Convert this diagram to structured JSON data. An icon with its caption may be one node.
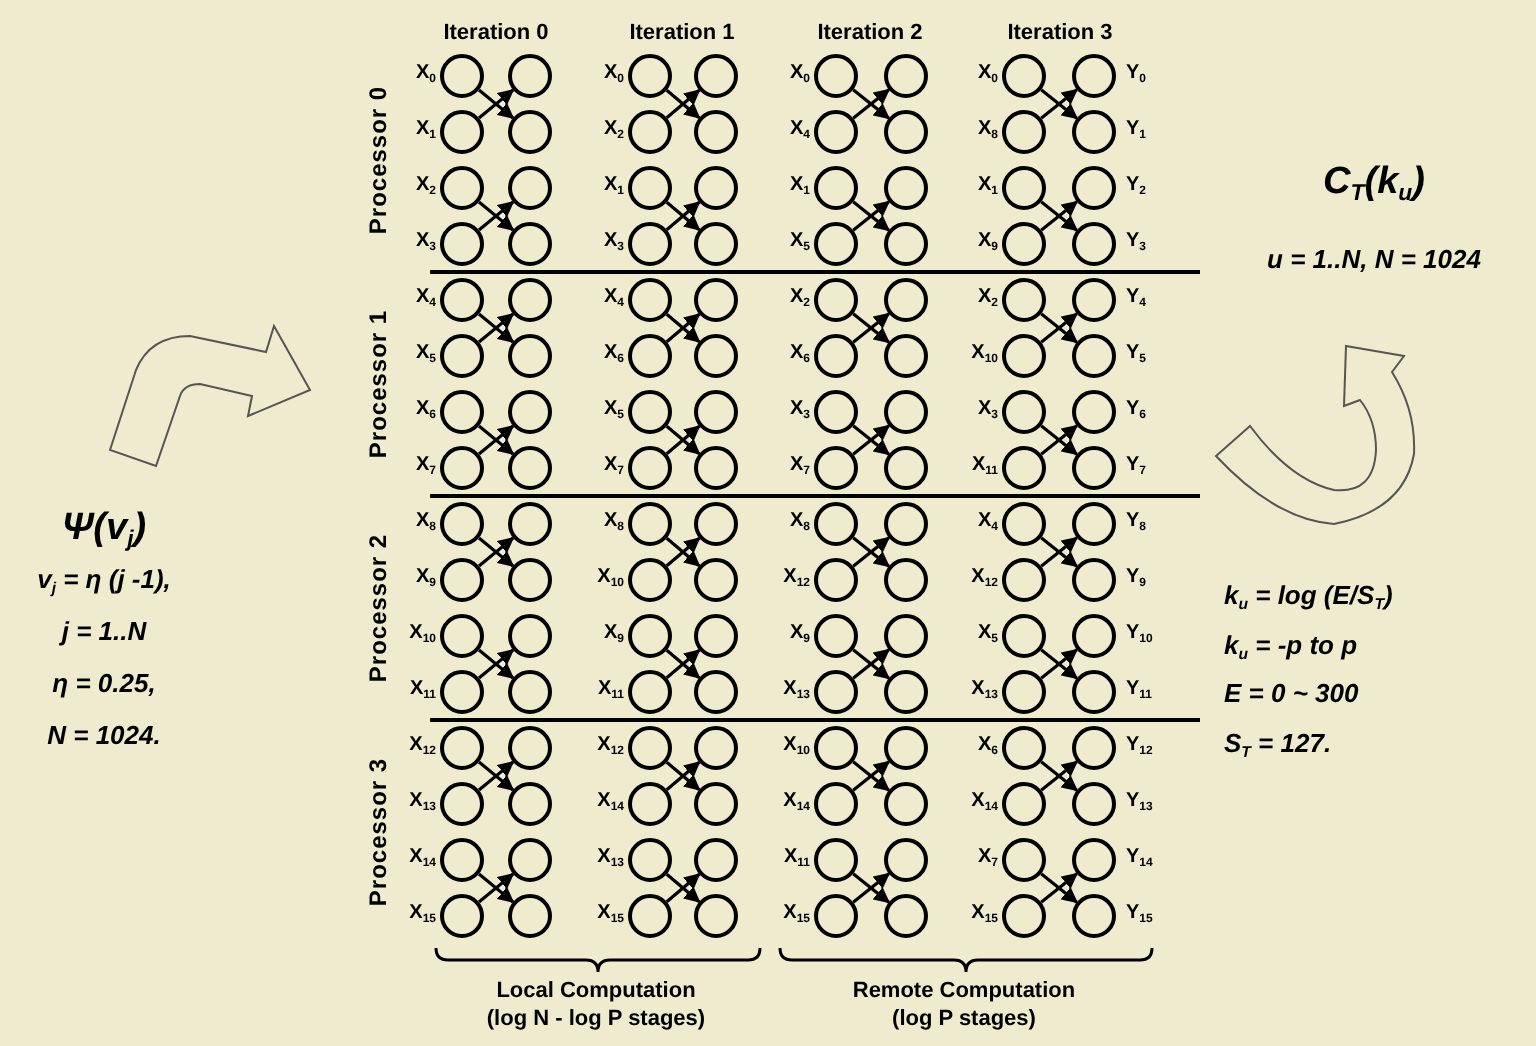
{
  "diagram": {
    "nodes": [
      {
        "text": [],
        "shape": "circle",
        "beside": [
          "X$_{0}$"
        ]
      },
      {
        "text": [],
        "shape": "circle"
      },
      {
        "text": [],
        "shape": "circle",
        "beside": [
          "X$_{0}$"
        ]
      },
      {
        "text": [],
        "shape": "circle"
      },
      {
        "text": [],
        "shape": "circle",
        "beside": [
          "X$_{0}$"
        ]
      },
      {
        "text": [],
        "shape": "circle"
      },
      {
        "text": [],
        "shape": "circle",
        "beside": [
          "X$_{0}$"
        ]
      },
      {
        "text": [],
        "shape": "circle",
        "beside": [
          "Y$_{0}$"
        ]
      },
      {
        "text": [],
        "shape": "circle",
        "beside": [
          "X$_{1}$"
        ]
      },
      {
        "text": [],
        "shape": "circle"
      },
      {
        "text": [],
        "shape": "circle",
        "beside": [
          "X$_{2}$"
        ]
      },
      {
        "text": [],
        "shape": "circle"
      },
      {
        "text": [],
        "shape": "circle",
        "beside": [
          "X$_{4}$"
        ]
      },
      {
        "text": [],
        "shape": "circle"
      },
      {
        "text": [],
        "shape": "circle",
        "beside": [
          "X$_{8}$"
        ]
      },
      {
        "text": [],
        "shape": "circle",
        "beside": [
          "Y$_{1}$"
        ]
      },
      {
        "text": [],
        "shape": "circle",
        "beside": [
          "X$_{2}$"
        ]
      },
      {
        "text": [],
        "shape": "circle"
      },
      {
        "text": [],
        "shape": "circle",
        "beside": [
          "X$_{1}$"
        ]
      },
      {
        "text": [],
        "shape": "circle"
      },
      {
        "text": [],
        "shape": "circle",
        "beside": [
          "X$_{1}$"
        ]
      },
      {
        "text": [],
        "shape": "circle"
      },
      {
        "text": [],
        "shape": "circle",
        "beside": [
          "X$_{1}$"
        ]
      },
      {
        "text": [],
        "shape": "circle",
        "beside": [
          "Y$_{2}$"
        ]
      },
      {
        "text": [],
        "shape": "circle",
        "beside": [
          "X$_{3}$"
        ]
      },
      {
        "text": [],
        "shape": "circle"
      },
      {
        "text": [],
        "shape": "circle",
        "beside": [
          "X$_{3}$"
        ]
      },
      {
        "text": [],
        "shape": "circle"
      },
      {
        "text": [],
        "shape": "circle",
        "beside": [
          "X$_{5}$"
        ]
      },
      {
        "text": [],
        "shape": "circle"
      },
      {
        "text": [],
        "shape": "circle",
        "beside": [
          "X$_{9}$"
        ]
      },
      {
        "text": [],
        "shape": "circle",
        "beside": [
          "Y$_{3}$"
        ]
      },
      {
        "text": [],
        "shape": "circle",
        "beside": [
          "X$_{4}$"
        ]
      },
      {
        "text": [],
        "shape": "circle"
      },
      {
        "text": [],
        "shape": "circle",
        "beside": [
          "X$_{4}$"
        ]
      },
      {
        "text": [],
        "shape": "circle"
      },
      {
        "text": [],
        "shape": "circle",
        "beside": [
          "X$_{2}$"
        ]
      },
      {
        "text": [],
        "shape": "circle"
      },
      {
        "text": [],
        "shape": "circle",
        "beside": [
          "X$_{2}$"
        ]
      },
      {
        "text": [],
        "shape": "circle",
        "beside": [
          "Y$_{4}$"
        ]
      },
      {
        "text": [],
        "shape": "circle",
        "beside": [
          "X$_{5}$"
        ]
      },
      {
        "text": [],
        "shape": "circle"
      },
      {
        "text": [],
        "shape": "circle",
        "beside": [
          "X$_{6}$"
        ]
      },
      {
        "text": [],
        "shape": "circle"
      },
      {
        "text": [],
        "shape": "circle",
        "beside": [
          "X$_{6}$"
        ]
      },
      {
        "text": [],
        "shape": "circle"
      },
      {
        "text": [],
        "shape": "circle",
        "beside": [
          "X$_{10}$"
        ]
      },
      {
        "text": [],
        "shape": "circle",
        "beside": [
          "Y$_{5}$"
        ]
      },
      {
        "text": [],
        "shape": "circle",
        "beside": [
          "X$_{6}$"
        ]
      },
      {
        "text": [],
        "shape": "circle"
      },
      {
        "text": [],
        "shape": "circle",
        "beside": [
          "X$_{5}$"
        ]
      },
      {
        "text": [],
        "shape": "circle"
      },
      {
        "text": [],
        "shape": "circle",
        "beside": [
          "X$_{3}$"
        ]
      },
      {
        "text": [],
        "shape": "circle"
      },
      {
        "text": [],
        "shape": "circle",
        "beside": [
          "X$_{3}$"
        ]
      },
      {
        "text": [],
        "shape": "circle",
        "beside": [
          "Y$_{6}$"
        ]
      },
      {
        "text": [],
        "shape": "circle",
        "beside": [
          "X$_{7}$"
        ]
      },
      {
        "text": [],
        "shape": "circle"
      },
      {
        "text": [],
        "shape": "circle",
        "beside": [
          "X$_{7}$"
        ]
      },
      {
        "text": [],
        "shape": "circle"
      },
      {
        "text": [],
        "shape": "circle",
        "beside": [
          "X$_{7}$"
        ]
      },
      {
        "text": [],
        "shape": "circle"
      },
      {
        "text": [],
        "shape": "circle",
        "beside": [
          "X$_{11}$"
        ]
      },
      {
        "text": [],
        "shape": "circle",
        "beside": [
          "Y$_{7}$"
        ]
      },
      {
        "text": [],
        "shape": "circle",
        "beside": [
          "X$_{8}$"
        ]
      },
      {
        "text": [],
        "shape": "circle"
      },
      {
        "text": [],
        "shape": "circle",
        "beside": [
          "X$_{8}$"
        ]
      },
      {
        "text": [],
        "shape": "circle"
      },
      {
        "text": [],
        "shape": "circle",
        "beside": [
          "X$_{8}$"
        ]
      },
      {
        "text": [],
        "shape": "circle"
      },
      {
        "text": [],
        "shape": "circle",
        "beside": [
          "X$_{4}$"
        ]
      },
      {
        "text": [],
        "shape": "circle",
        "beside": [
          "Y$_{8}$"
        ]
      },
      {
        "text": [],
        "shape": "circle",
        "beside": [
          "X$_{9}$"
        ]
      },
      {
        "text": [],
        "shape": "circle"
      },
      {
        "text": [],
        "shape": "circle",
        "beside": [
          "X$_{10}$"
        ]
      },
      {
        "text": [],
        "shape": "circle"
      },
      {
        "text": [],
        "shape": "circle",
        "beside": [
          "X$_{12}$"
        ]
      },
      {
        "text": [],
        "shape": "circle"
      },
      {
        "text": [],
        "shape": "circle",
        "beside": [
          "X$_{12}$"
        ]
      },
      {
        "text": [],
        "shape": "circle",
        "beside": [
          "Y$_{9}$"
        ]
      },
      {
        "text": [],
        "shape": "circle",
        "beside": [
          "X$_{10}$"
        ]
      },
      {
        "text": [],
        "shape": "circle"
      },
      {
        "text": [],
        "shape": "circle",
        "beside": [
          "X$_{9}$"
        ]
      },
      {
        "text": [],
        "shape": "circle"
      },
      {
        "text": [],
        "shape": "circle",
        "beside": [
          "X$_{9}$"
        ]
      },
      {
        "text": [],
        "shape": "circle"
      },
      {
        "text": [],
        "shape": "circle",
        "beside": [
          "X$_{5}$"
        ]
      },
      {
        "text": [],
        "shape": "circle",
        "beside": [
          "Y$_{10}$"
        ]
      },
      {
        "text": [],
        "shape": "circle",
        "beside": [
          "X$_{11}$"
        ]
      },
      {
        "text": [],
        "shape": "circle"
      },
      {
        "text": [],
        "shape": "circle",
        "beside": [
          "X$_{11}$"
        ]
      },
      {
        "text": [],
        "shape": "circle"
      },
      {
        "text": [],
        "shape": "circle",
        "beside": [
          "X$_{13}$"
        ]
      },
      {
        "text": [],
        "shape": "circle"
      },
      {
        "text": [],
        "shape": "circle",
        "beside": [
          "X$_{13}$"
        ]
      },
      {
        "text": [],
        "shape": "circle",
        "beside": [
          "Y$_{11}$"
        ]
      },
      {
        "text": [],
        "shape": "circle",
        "beside": [
          "X$_{12}$"
        ]
      },
      {
        "text": [],
        "shape": "circle"
      },
      {
        "text": [],
        "shape": "circle",
        "beside": [
          "X$_{12}$"
        ]
      },
      {
        "text": [],
        "shape": "circle"
      },
      {
        "text": [],
        "shape": "circle",
        "beside": [
          "X$_{10}$"
        ]
      },
      {
        "text": [],
        "shape": "circle"
      },
      {
        "text": [],
        "shape": "circle",
        "beside": [
          "X$_{6}$"
        ]
      },
      {
        "text": [],
        "shape": "circle",
        "beside": [
          "Y$_{12}$"
        ]
      },
      {
        "text": [],
        "shape": "circle",
        "beside": [
          "X$_{13}$"
        ]
      },
      {
        "text": [],
        "shape": "circle"
      },
      {
        "text": [],
        "shape": "circle",
        "beside": [
          "X$_{14}$"
        ]
      },
      {
        "text": [],
        "shape": "circle"
      },
      {
        "text": [],
        "shape": "circle",
        "beside": [
          "X$_{14}$"
        ]
      },
      {
        "text": [],
        "shape": "circle"
      },
      {
        "text": [],
        "shape": "circle",
        "beside": [
          "X$_{14}$"
        ]
      },
      {
        "text": [],
        "shape": "circle",
        "beside": [
          "Y$_{13}$"
        ]
      },
      {
        "text": [],
        "shape": "circle",
        "beside": [
          "X$_{14}$"
        ]
      },
      {
        "text": [],
        "shape": "circle"
      },
      {
        "text": [],
        "shape": "circle",
        "beside": [
          "X$_{13}$"
        ]
      },
      {
        "text": [],
        "shape": "circle"
      },
      {
        "text": [],
        "shape": "circle",
        "beside": [
          "X$_{11}$"
        ]
      },
      {
        "text": [],
        "shape": "circle"
      },
      {
        "text": [],
        "shape": "circle",
        "beside": [
          "X$_{7}$"
        ]
      },
      {
        "text": [],
        "shape": "circle",
        "beside": [
          "Y$_{14}$"
        ]
      },
      {
        "text": [],
        "shape": "circle",
        "beside": [
          "X$_{15}$"
        ]
      },
      {
        "text": [],
        "shape": "circle"
      },
      {
        "text": [],
        "shape": "circle",
        "beside": [
          "X$_{15}$"
        ]
      },
      {
        "text": [],
        "shape": "circle"
      },
      {
        "text": [],
        "shape": "circle",
        "beside": [
          "X$_{15}$"
        ]
      },
      {
        "text": [],
        "shape": "circle"
      },
      {
        "text": [],
        "shape": "circle",
        "beside": [
          "X$_{15}$"
        ]
      },
      {
        "text": [],
        "shape": "circle",
        "beside": [
          "Y$_{15}$"
        ]
      }
    ],
    "edges": [
      {
        "from": 0,
        "to": 9,
        "arrow": "to"
      },
      {
        "from": 8,
        "to": 1,
        "arrow": "to"
      },
      {
        "from": 2,
        "to": 11,
        "arrow": "to"
      },
      {
        "from": 10,
        "to": 3,
        "arrow": "to"
      },
      {
        "from": 4,
        "to": 13,
        "arrow": "to"
      },
      {
        "from": 12,
        "to": 5,
        "arrow": "to"
      },
      {
        "from": 6,
        "to": 15,
        "arrow": "to"
      },
      {
        "from": 14,
        "to": 7,
        "arrow": "to"
      },
      {
        "from": 16,
        "to": 25,
        "arrow": "to"
      },
      {
        "from": 24,
        "to": 17,
        "arrow": "to"
      },
      {
        "from": 18,
        "to": 27,
        "arrow": "to"
      },
      {
        "from": 26,
        "to": 19,
        "arrow": "to"
      },
      {
        "from": 20,
        "to": 29,
        "arrow": "to"
      },
      {
        "from": 28,
        "to": 21,
        "arrow": "to"
      },
      {
        "from": 22,
        "to": 31,
        "arrow": "to"
      },
      {
        "from": 30,
        "to": 23,
        "arrow": "to"
      },
      {
        "from": 32,
        "to": 41,
        "arrow": "to"
      },
      {
        "from": 40,
        "to": 33,
        "arrow": "to"
      },
      {
        "from": 34,
        "to": 43,
        "arrow": "to"
      },
      {
        "from": 42,
        "to": 35,
        "arrow": "to"
      },
      {
        "from": 36,
        "to": 45,
        "arrow": "to"
      },
      {
        "from": 44,
        "to": 37,
        "arrow": "to"
      },
      {
        "from": 38,
        "to": 47,
        "arrow": "to"
      },
      {
        "from": 46,
        "to": 39,
        "arrow": "to"
      },
      {
        "from": 48,
        "to": 57,
        "arrow": "to"
      },
      {
        "from": 56,
        "to": 49,
        "arrow": "to"
      },
      {
        "from": 50,
        "to": 59,
        "arrow": "to"
      },
      {
        "from": 58,
        "to": 51,
        "arrow": "to"
      },
      {
        "from": 52,
        "to": 61,
        "arrow": "to"
      },
      {
        "from": 60,
        "to": 53,
        "arrow": "to"
      },
      {
        "from": 54,
        "to": 63,
        "arrow": "to"
      },
      {
        "from": 62,
        "to": 55,
        "arrow": "to"
      },
      {
        "from": 64,
        "to": 73,
        "arrow": "to"
      },
      {
        "from": 72,
        "to": 65,
        "arrow": "to"
      },
      {
        "from": 66,
        "to": 75,
        "arrow": "to"
      },
      {
        "from": 74,
        "to": 67,
        "arrow": "to"
      },
      {
        "from": 68,
        "to": 77,
        "arrow": "to"
      },
      {
        "from": 76,
        "to": 69,
        "arrow": "to"
      },
      {
        "from": 70,
        "to": 79,
        "arrow": "to"
      },
      {
        "from": 78,
        "to": 71,
        "arrow": "to"
      },
      {
        "from": 80,
        "to": 89,
        "arrow": "to"
      },
      {
        "from": 88,
        "to": 81,
        "arrow": "to"
      },
      {
        "from": 82,
        "to": 91,
        "arrow": "to"
      },
      {
        "from": 90,
        "to": 83,
        "arrow": "to"
      },
      {
        "from": 84,
        "to": 93,
        "arrow": "to"
      },
      {
        "from": 92,
        "to": 85,
        "arrow": "to"
      },
      {
        "from": 86,
        "to": 95,
        "arrow": "to"
      },
      {
        "from": 94,
        "to": 87,
        "arrow": "to"
      },
      {
        "from": 96,
        "to": 105,
        "arrow": "to"
      },
      {
        "from": 104,
        "to": 97,
        "arrow": "to"
      },
      {
        "from": 98,
        "to": 107,
        "arrow": "to"
      },
      {
        "from": 106,
        "to": 99,
        "arrow": "to"
      },
      {
        "from": 100,
        "to": 109,
        "arrow": "to"
      },
      {
        "from": 108,
        "to": 101,
        "arrow": "to"
      },
      {
        "from": 102,
        "to": 111,
        "arrow": "to"
      },
      {
        "from": 110,
        "to": 103,
        "arrow": "to"
      },
      {
        "from": 112,
        "to": 121,
        "arrow": "to"
      },
      {
        "from": 120,
        "to": 113,
        "arrow": "to"
      },
      {
        "from": 114,
        "to": 123,
        "arrow": "to"
      },
      {
        "from": 122,
        "to": 115,
        "arrow": "to"
      },
      {
        "from": 116,
        "to": 125,
        "arrow": "to"
      },
      {
        "from": 124,
        "to": 117,
        "arrow": "to"
      },
      {
        "from": 118,
        "to": 127,
        "arrow": "to"
      },
      {
        "from": 126,
        "to": 119,
        "arrow": "to"
      }
    ],
    "labels": [
      "Iteration 0",
      "Iteration 1",
      "Iteration 2",
      "Iteration 3",
      "C$_{T}$(k$_{u}$)",
      "u = 1..N, N = 1024",
      "Processor 0",
      "Processor 1",
      "Ψ(v$_{j}$)",
      "v$_{j}$ = η (j -1),",
      "j = 1..N",
      "Processor 2",
      "η = 0.25,",
      "N = 1024.",
      "k$_{u}$ = log (E/S$_{T}$)",
      "k$_{u}$ = -p to p",
      "E = 0 ~ 300",
      "S$_{T}$ = 127.",
      "Processor 3",
      "Local Computation (log N - log P stages)",
      "Remote Computation (log P stages)"
    ]
  }
}
